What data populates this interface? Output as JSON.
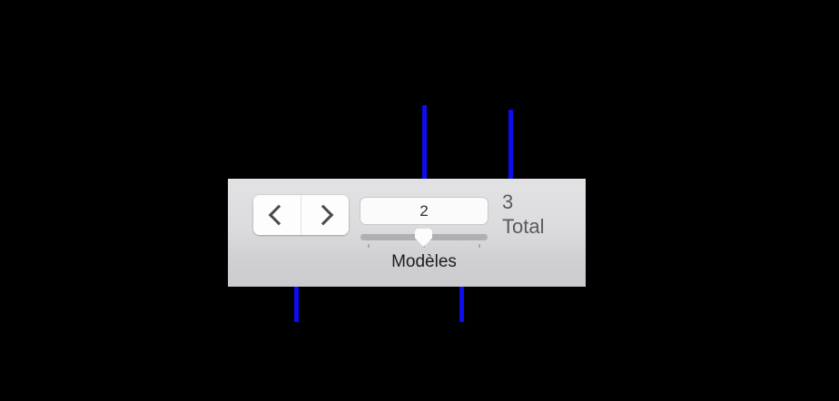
{
  "panel": {
    "name": "page-navigation-toolbar"
  },
  "navigation": {
    "previous_icon": "chevron-left-icon",
    "previous_label": "‹",
    "next_icon": "chevron-right-icon",
    "next_label": "›"
  },
  "page_value": {
    "value": "2",
    "placeholder": ""
  },
  "slider": {
    "caption": "Modèles",
    "value": 2,
    "min": 1,
    "max": 3,
    "tick_count": 3
  },
  "total": {
    "count": "3",
    "label": "Total"
  },
  "colors": {
    "panel_top": "#e2e1e3",
    "panel_bottom": "#cbcacd",
    "annotation": "#0d0ded",
    "field_background": "#fbfbfb",
    "track": "#b0afb2",
    "total_text": "#5b5b5b",
    "caption_text": "#1d1d1d"
  },
  "annotations": {
    "value_callout": "callout-line-page-value",
    "total_callout": "callout-line-total",
    "slider_callout": "callout-line-slider",
    "buttons_callout": "callout-bracket-nav-buttons"
  }
}
